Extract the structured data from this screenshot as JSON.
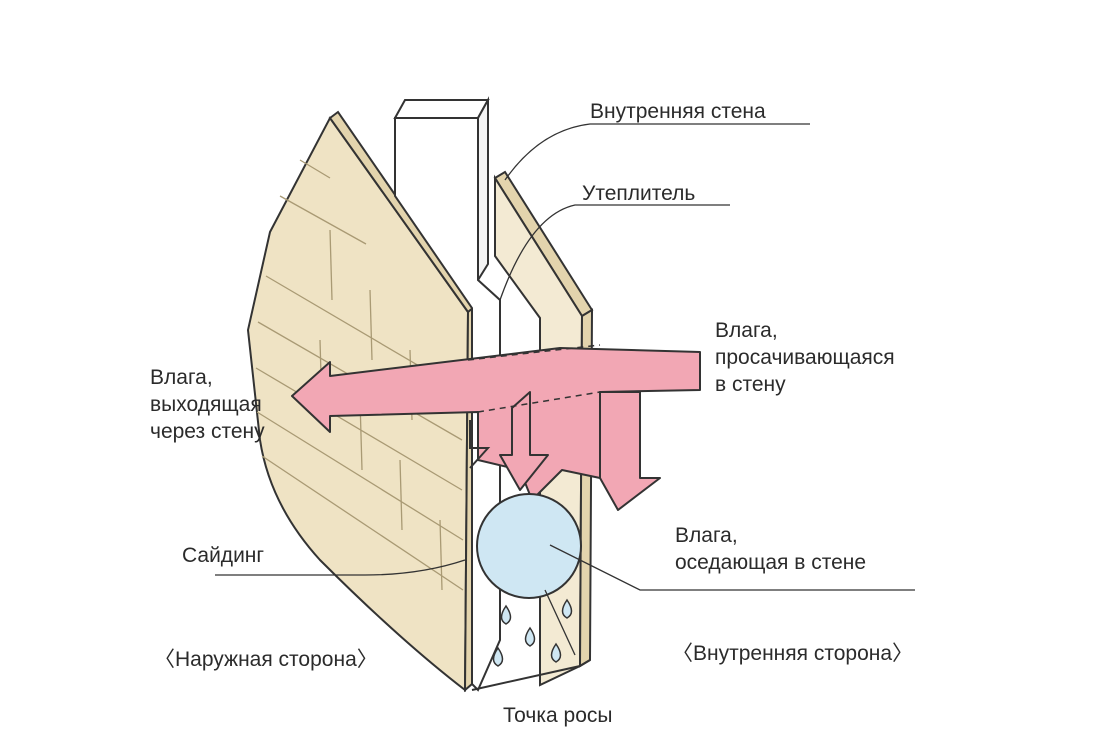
{
  "labels": {
    "inner_wall": "Внутренняя стена",
    "insulation": "Утеплитель",
    "moisture_in": [
      "Влага,",
      "просачивающаяся",
      "в стену"
    ],
    "moisture_out": [
      "Влага,",
      "выходящая",
      "через стену"
    ],
    "siding": "Сайдинг",
    "moisture_settling": [
      "Влага,",
      "оседающая в стене"
    ],
    "outer_side": "〈Наружная сторона〉",
    "inner_side": "〈Внутренняя сторона〉",
    "dew_point": "Точка росы"
  },
  "colors": {
    "siding_fill": "#efe3c4",
    "board_fill": "#f3ead3",
    "arrow_fill": "#f2a7b4",
    "drop_fill": "#cfe7f3",
    "outline": "#333333",
    "text": "#2b2b2b"
  }
}
